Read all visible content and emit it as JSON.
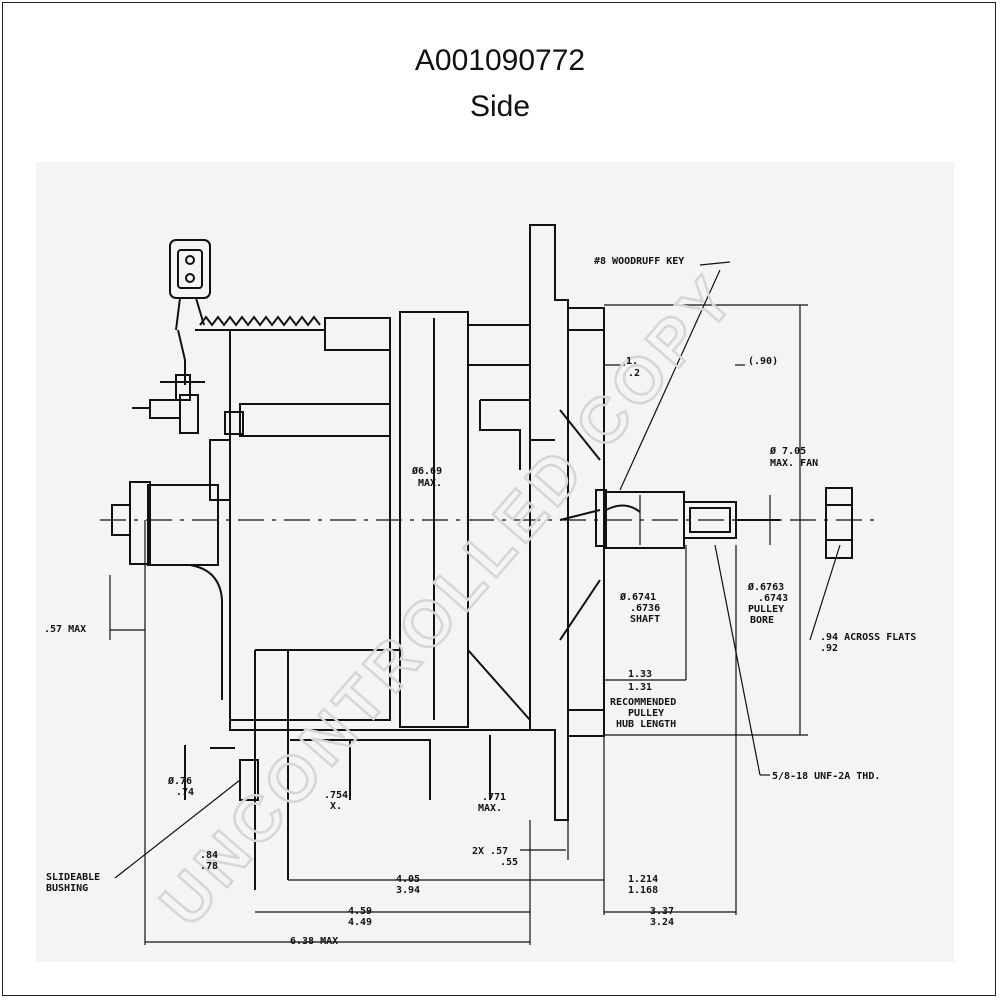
{
  "header": {
    "part_number": "A001090772",
    "view": "Side"
  },
  "watermark": "UNCONTROLLED COPY",
  "labels": {
    "woodruff_key": "#8 WOODRUFF KEY",
    "top_dim_a": "1.",
    "top_dim_b": ".2",
    "top_dim_c": "(.90)",
    "fan_dia_1": "Ø 7.05",
    "fan_dia_2": "MAX. FAN",
    "body_dia_1": "Ø6.69",
    "body_dia_2": "MAX.",
    "shaft_1": "Ø.6741",
    "shaft_2": ".6736",
    "shaft_3": "SHAFT",
    "bore_1": "Ø.6763",
    "bore_2": ".6743",
    "bore_3": "PULLEY",
    "bore_4": "BORE",
    "flats_1": ".94 ACROSS FLATS",
    "flats_2": ".92",
    "left_max": ".57 MAX",
    "hub_1": "1.33",
    "hub_2": "1.31",
    "hub_3": "RECOMMENDED",
    "hub_4": "PULLEY",
    "hub_5": "HUB LENGTH",
    "thread": "5/8-18 UNF-2A THD.",
    "bush_dia_1": "Ø.76",
    "bush_dia_2": ".74",
    "foot_a_1": ".754",
    "foot_a_2": "X.",
    "foot_b_1": ".771",
    "foot_b_2": "MAX.",
    "bushing_1": "SLIDEABLE",
    "bushing_2": "BUSHING",
    "bush_w_1": ".84",
    "bush_w_2": ".78",
    "twox_1": "2X .57",
    "twox_2": ".55",
    "d405_1": "4.05",
    "d405_2": "3.94",
    "d1214_1": "1.214",
    "d1214_2": "1.168",
    "d459_1": "4.59",
    "d459_2": "4.49",
    "d337_1": "3.37",
    "d337_2": "3.24",
    "overall": "6.38 MAX"
  }
}
